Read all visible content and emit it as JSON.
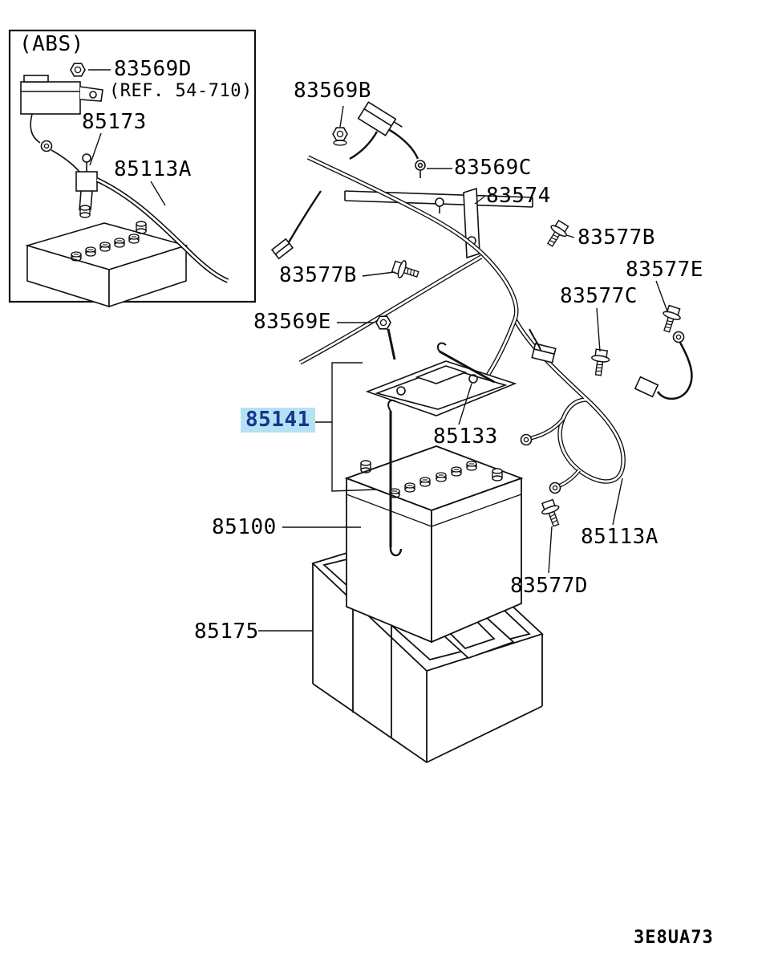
{
  "diagram": {
    "drawing_code": "3E8UA73",
    "highlight": {
      "bg": "#b5e1f5",
      "fg": "#16368c"
    }
  },
  "inset": {
    "system_label": "(ABS)",
    "ref_note": "(REF. 54-710)",
    "labels": {
      "nut": "83569D",
      "terminal_clamp": "85173",
      "battery_cable": "85113A"
    }
  },
  "labels": {
    "harness_nut": "83569B",
    "clip": "83569C",
    "bracket": "83574",
    "bolt_upper_right": "83577B",
    "bolt_ground_right": "83577E",
    "bolt_left": "83577B",
    "bolt_mid_right": "83577C",
    "holder_nut": "83569E",
    "battery_holder": "85141",
    "holder_rod": "85133",
    "battery": "85100",
    "battery_cable": "85113A",
    "bolt_lower": "83577D",
    "battery_tray": "85175"
  }
}
